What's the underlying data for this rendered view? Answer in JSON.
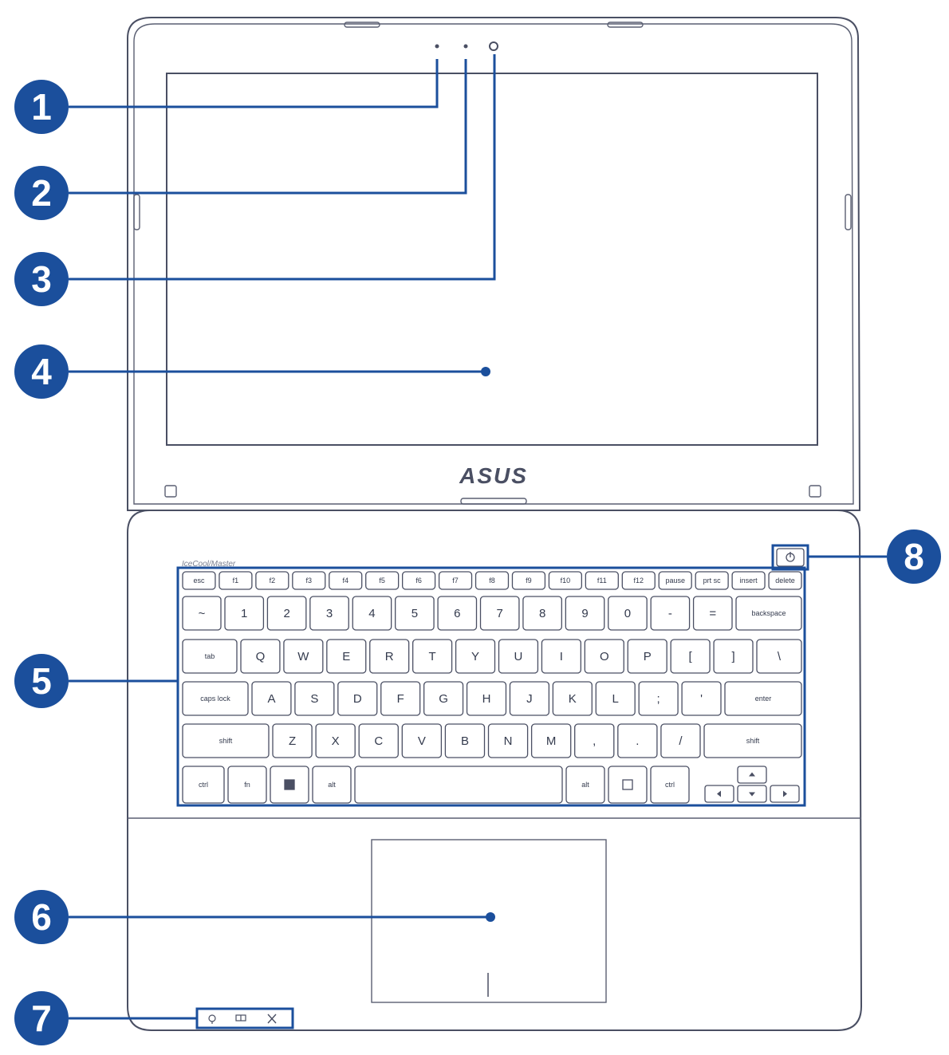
{
  "brand_logo": "ASUS",
  "keyboard_brand": "IceCool/Master",
  "callouts": [
    {
      "number": "1"
    },
    {
      "number": "2"
    },
    {
      "number": "3"
    },
    {
      "number": "4"
    },
    {
      "number": "5"
    },
    {
      "number": "6"
    },
    {
      "number": "7"
    },
    {
      "number": "8"
    }
  ],
  "keys": {
    "num_row": [
      "~",
      "1",
      "2",
      "3",
      "4",
      "5",
      "6",
      "7",
      "8",
      "9",
      "0",
      "-",
      "=",
      "backspace"
    ],
    "q_row": [
      "tab",
      "Q",
      "W",
      "E",
      "R",
      "T",
      "Y",
      "U",
      "I",
      "O",
      "P",
      "[",
      "]",
      "\\"
    ],
    "a_row": [
      "caps lock",
      "A",
      "S",
      "D",
      "F",
      "G",
      "H",
      "J",
      "K",
      "L",
      ";",
      "'",
      "enter"
    ],
    "z_row": [
      "shift",
      "Z",
      "X",
      "C",
      "V",
      "B",
      "N",
      "M",
      ",",
      ".",
      "/",
      "shift"
    ],
    "bottom_row": [
      "ctrl",
      "fn",
      "win-icon",
      "alt",
      "",
      "alt",
      "menu-icon",
      "ctrl"
    ],
    "fn_row": [
      "esc",
      "f1",
      "f2",
      "f3",
      "f4",
      "f5",
      "f6",
      "f7",
      "f8",
      "f9",
      "f10",
      "f11",
      "f12",
      "pause",
      "prt sc",
      "insert",
      "delete"
    ]
  },
  "colors": {
    "callout": "#1b4f9c",
    "outline": "#4a4f63"
  },
  "icons": {
    "status_indicators": [
      "power-indicator-icon",
      "battery-indicator-icon",
      "airplane-mode-indicator-icon"
    ],
    "power_button": "power-button-icon"
  }
}
